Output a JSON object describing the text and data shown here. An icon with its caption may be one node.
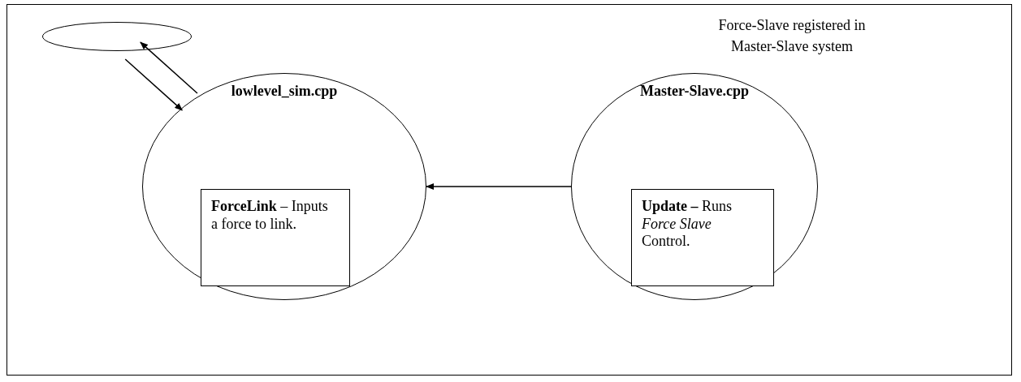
{
  "diagram": {
    "nodes": [
      {
        "text": [],
        "shape": "ellipse"
      },
      {
        "text": [
          "lowlevel_sim.cpp"
        ]
      },
      {
        "text": [
          "**ForceLink** – Inputs a force to link."
        ],
        "in": 1
      },
      {
        "text": [
          "Master-Slave.cpp"
        ]
      },
      {
        "text": [
          "**Update –** Runs *Force Slave* Control."
        ],
        "in": 3
      }
    ],
    "edges": [
      {
        "from": 1,
        "to": 0,
        "arrow": "to"
      },
      {
        "from": 0,
        "to": 1,
        "arrow": "to"
      },
      {
        "from": 3,
        "to": 1,
        "arrow": "to"
      }
    ],
    "labels": [
      "Force-Slave registered in Master-Slave system"
    ]
  }
}
